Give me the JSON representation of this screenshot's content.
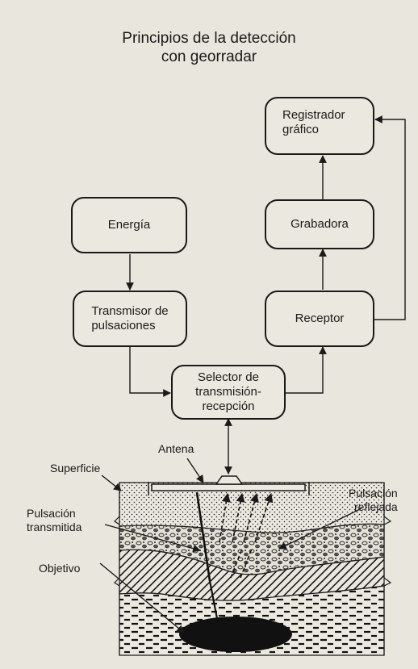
{
  "title": {
    "line1": "Principios de la detección",
    "line2": "con georradar"
  },
  "boxes": {
    "registrador": {
      "line1": "Registrador",
      "line2": "gráfico"
    },
    "energia": {
      "label": "Energía"
    },
    "grabadora": {
      "label": "Grabadora"
    },
    "transmisor": {
      "line1": "Transmisor de",
      "line2": "pulsaciones"
    },
    "receptor": {
      "label": "Receptor"
    },
    "selector": {
      "line1": "Selector de",
      "line2": "transmisión-",
      "line3": "recepción"
    }
  },
  "labels": {
    "antena": "Antena",
    "superficie": "Superficie",
    "pulsacion_transmitida": {
      "line1": "Pulsación",
      "line2": "transmitida"
    },
    "pulsacion_reflejada": {
      "line1": "Pulsación",
      "line2": "reflejada"
    },
    "objetivo": "Objetivo"
  },
  "colors": {
    "paper": "#e9e6dd",
    "ink": "#1a1a1a",
    "target": "#111111"
  }
}
